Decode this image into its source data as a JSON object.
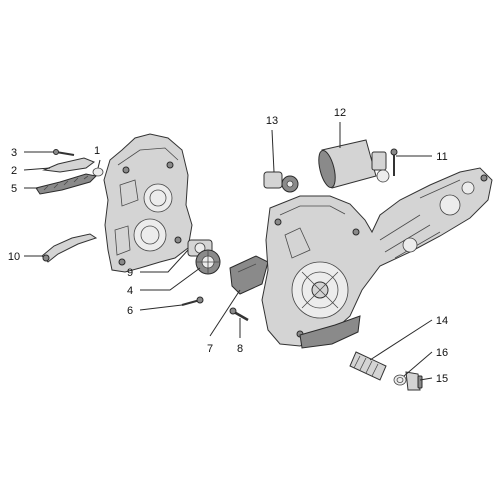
{
  "callouts": [
    {
      "number": "1"
    },
    {
      "number": "2"
    },
    {
      "number": "3"
    },
    {
      "number": "4"
    },
    {
      "number": "5"
    },
    {
      "number": "6"
    },
    {
      "number": "7"
    },
    {
      "number": "8"
    },
    {
      "number": "9"
    },
    {
      "number": "10"
    },
    {
      "number": "11"
    },
    {
      "number": "12"
    },
    {
      "number": "13"
    },
    {
      "number": "14"
    },
    {
      "number": "15"
    },
    {
      "number": "16"
    }
  ]
}
